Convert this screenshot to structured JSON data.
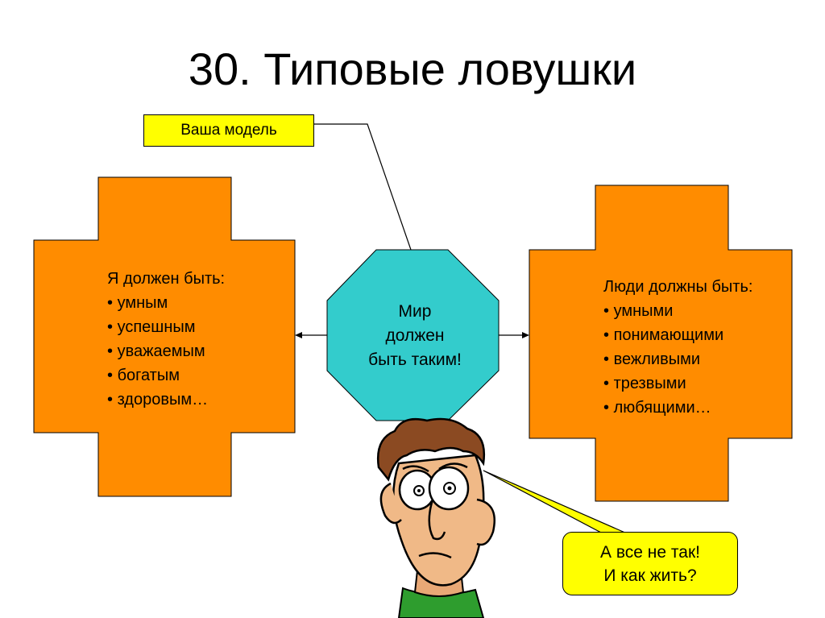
{
  "title": "30. Типовые ловушки",
  "model_label": "Ваша модель",
  "left_block": {
    "heading": "Я должен быть:",
    "items": [
      "умным",
      "успешным",
      "уважаемым",
      "богатым",
      "здоровым…"
    ]
  },
  "right_block": {
    "heading": "Люди должны быть:",
    "items": [
      "умными",
      "понимающими",
      "вежливыми",
      "трезвыми",
      "любящими…"
    ]
  },
  "center_octagon": {
    "line1": "Мир",
    "line2": "должен",
    "line3": "быть таким!"
  },
  "speech_bubble": {
    "line1": "А все не так!",
    "line2": "И как жить?"
  },
  "colors": {
    "cross_fill": "#ff8c00",
    "octagon_fill": "#33cccc",
    "callout_fill": "#ffff00"
  },
  "icons": {
    "character": "worried-man-cartoon"
  }
}
